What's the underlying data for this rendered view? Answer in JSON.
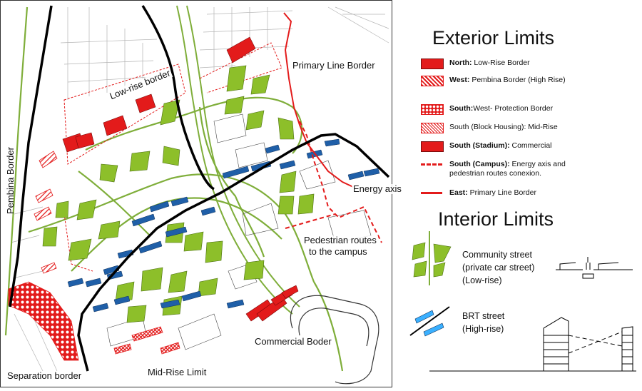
{
  "map": {
    "labels": {
      "low_rise_border": "Low-rise border",
      "primary_line_border": "Primary Line Border",
      "pembina_border": "Pembina Border",
      "energy_axis": "Energy axis",
      "pedestrian_routes": "Pedestrian routes",
      "to_the_campus": "to the campus",
      "commercial_boder": "Commercial Boder",
      "separation_border": "Separation border",
      "mid_rise_limit": "Mid-Rise Limit"
    },
    "colors": {
      "red": "#e31b1b",
      "green": "#8dbf2a",
      "green_line": "#7fae3a",
      "blue": "#1f5fa8",
      "black": "#000000",
      "gray_line": "#9a9a9a"
    }
  },
  "legend": {
    "exterior_title": "Exterior Limits",
    "exterior_items": [
      {
        "bold": "North:",
        "text": " Low-Rise Border",
        "symbol": "solid-red-block"
      },
      {
        "bold": "West:",
        "text": " Pembina Border   (High Rise)",
        "symbol": "hatched-red-block"
      },
      {
        "bold": "South:",
        "text": "West- Protection Border",
        "symbol": "dotted-red-block"
      },
      {
        "bold": "",
        "text": "South (Block Housing): Mid-Rise",
        "symbol": "cross-hatched-red-block"
      },
      {
        "bold": "South (Stadium):",
        "text": " Commercial",
        "symbol": "solid-red-block"
      },
      {
        "bold": "South (Campus):",
        "text": " Energy axis and pedestrian routes conexion.",
        "symbol": "dashed-red-line"
      },
      {
        "bold": "East:",
        "text": " Primary Line Border",
        "symbol": "solid-red-line"
      }
    ],
    "interior_title": "Interior Limits",
    "community_street": {
      "line1": "Community street",
      "line2": "(private car street)",
      "line3": "(Low-rise)"
    },
    "brt_street": {
      "line1": "BRT street",
      "line2": "(High-rise)"
    }
  }
}
